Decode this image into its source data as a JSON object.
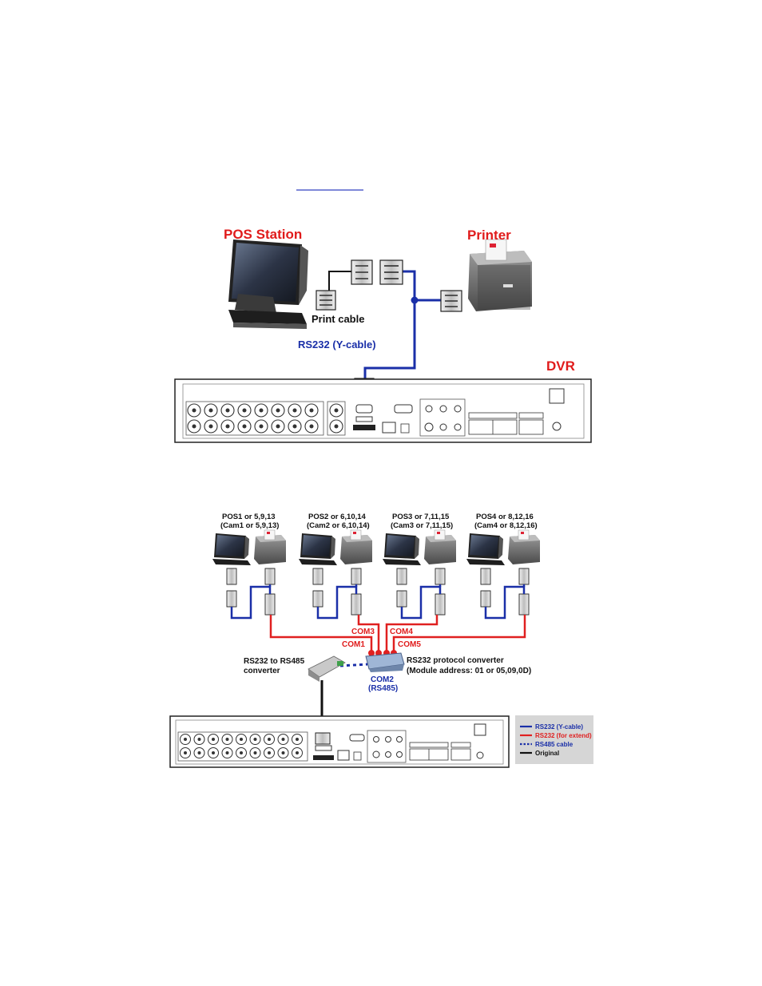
{
  "colors": {
    "y_cable": "#1a2fa8",
    "extend": "#e02020",
    "rs485": "#1a2fa8",
    "original": "#111111",
    "title_red": "#e01b1b"
  },
  "diagram1": {
    "pos_station": "POS Station",
    "printer": "Printer",
    "print_cable": "Print cable",
    "rs232_ycable": "RS232 (Y-cable)",
    "dvr": "DVR"
  },
  "diagram2": {
    "pos_groups": [
      {
        "line1": "POS1 or 5,9,13",
        "line2": "(Cam1 or 5,9,13)"
      },
      {
        "line1": "POS2 or 6,10,14",
        "line2": "(Cam2 or 6,10,14)"
      },
      {
        "line1": "POS3 or 7,11,15",
        "line2": "(Cam3 or 7,11,15)"
      },
      {
        "line1": "POS4 or 8,12,16",
        "line2": "(Cam4 or 8,12,16)"
      }
    ],
    "com3": "COM3",
    "com4": "COM4",
    "com1": "COM1",
    "com5": "COM5",
    "com2": "COM2",
    "com2_sub": "(RS485)",
    "converter_line1": "RS232 to RS485",
    "converter_line2": "converter",
    "protocol_line1": "RS232 protocol converter",
    "protocol_line2": "(Module address: 01 or 05,09,0D)",
    "legend": [
      {
        "label": "RS232 (Y-cable)",
        "style": "solid",
        "color": "#1a2fa8"
      },
      {
        "label": "RS232 (for extend)",
        "style": "solid",
        "color": "#e02020"
      },
      {
        "label": "RS485 cable",
        "style": "dotted",
        "color": "#1a2fa8"
      },
      {
        "label": "Original",
        "style": "solid",
        "color": "#111111"
      }
    ]
  }
}
